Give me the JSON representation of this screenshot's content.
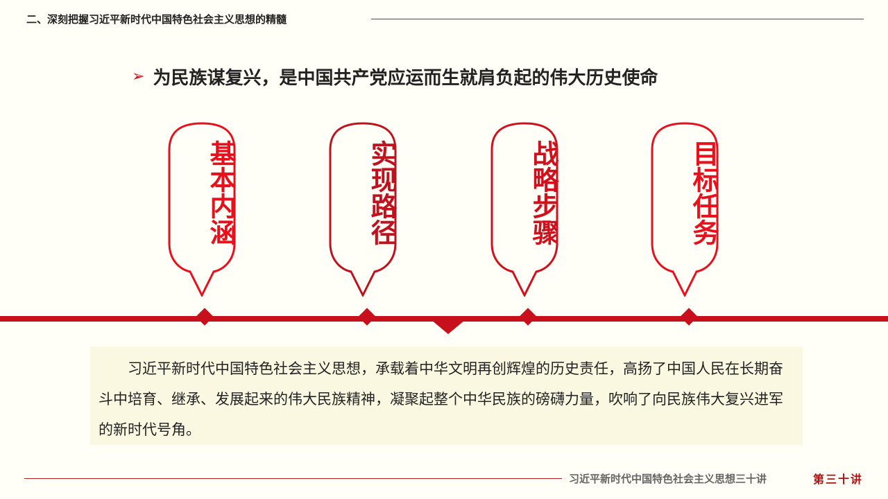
{
  "header": {
    "title": "二、深刻把握习近平新时代中国特色社会主义思想的精髓"
  },
  "subtitle": {
    "icon": "arrow-right-icon",
    "text": "为民族谋复兴，是中国共产党应运而生就肩负起的伟大历史使命"
  },
  "bubbles": [
    {
      "label": "基本内涵",
      "color": "#e8101c"
    },
    {
      "label": "实现路径",
      "color": "#c0121e"
    },
    {
      "label": "战略步骤",
      "color": "#d0101c"
    },
    {
      "label": "目标任务",
      "color": "#e8101c"
    }
  ],
  "paragraph": "习近平新时代中国特色社会主义思想，承载着中华文明再创辉煌的历史责任，高扬了中国人民在长期奋斗中培育、继承、发展起来的伟大民族精神，凝聚起整个中华民族的磅礴力量，吹响了向民族伟大复兴进军的新时代号角。",
  "footer": {
    "series": "习近平新时代中国特色社会主义思想三十讲",
    "lecture": "第三十讲"
  }
}
